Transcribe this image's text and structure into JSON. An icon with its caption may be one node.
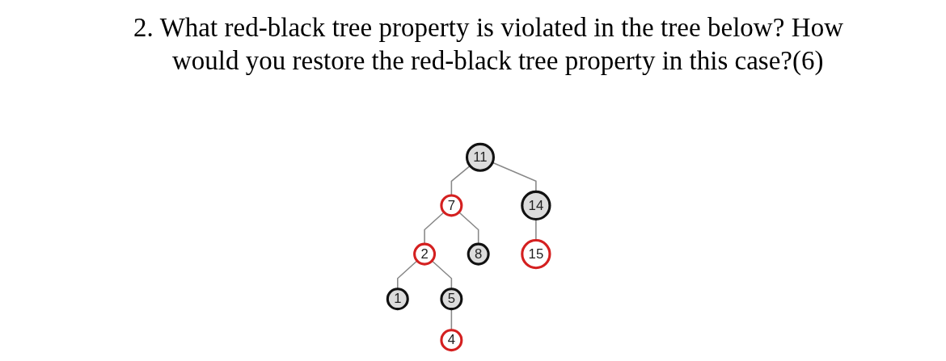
{
  "diagram": {
    "title": "2. What red-black tree property is violated in the tree below? How would you restore the red-black tree property in this case?(6)",
    "nodes": [
      {
        "text": [
          "11"
        ]
      },
      {
        "text": [
          "7"
        ]
      },
      {
        "text": [
          "14"
        ]
      },
      {
        "text": [
          "2"
        ]
      },
      {
        "text": [
          "8"
        ]
      },
      {
        "text": [
          "15"
        ]
      },
      {
        "text": [
          "1"
        ]
      },
      {
        "text": [
          "5"
        ]
      },
      {
        "text": [
          "4"
        ]
      }
    ],
    "edges": [
      {
        "from": 0,
        "to": 1,
        "arrow": "none"
      },
      {
        "from": 0,
        "to": 2,
        "arrow": "none"
      },
      {
        "from": 1,
        "to": 3,
        "arrow": "none"
      },
      {
        "from": 1,
        "to": 4,
        "arrow": "none"
      },
      {
        "from": 2,
        "to": 5,
        "arrow": "none"
      },
      {
        "from": 3,
        "to": 6,
        "arrow": "none"
      },
      {
        "from": 3,
        "to": 7,
        "arrow": "none"
      },
      {
        "from": 7,
        "to": 8,
        "arrow": "none"
      }
    ]
  }
}
